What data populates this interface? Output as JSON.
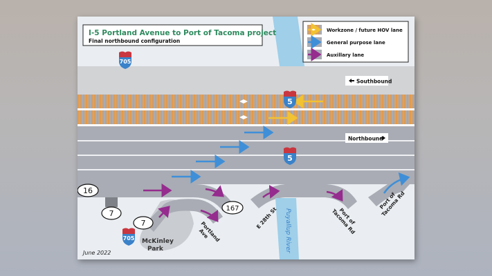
{
  "title": {
    "main": "I-5 Portland Avenue to Port of Tacoma project",
    "subtitle": "Final northbound configuration"
  },
  "legend": [
    {
      "label": "Workzone / future HOV lane",
      "color": "#f2c232"
    },
    {
      "label": "General purpose lane",
      "color": "#3f8fd8"
    },
    {
      "label": "Auxillary lane",
      "color": "#952c8e"
    }
  ],
  "direction_labels": {
    "southbound": "Southbound",
    "northbound": "Northbound"
  },
  "shields": {
    "i5": "5",
    "i705": "705",
    "sr16": "16",
    "sr7_a": "7",
    "sr7_b": "7",
    "sr167": "167"
  },
  "places": {
    "mckinley_park_line1": "McKinley",
    "mckinley_park_line2": "Park",
    "portland_ave_line1": "Portland",
    "portland_ave_line2": "Ave",
    "e28th": "E 28th St",
    "port_tacoma_1_line1": "Port of",
    "port_tacoma_1_line2": "Tacoma Rd",
    "port_tacoma_2_line1": "Port of",
    "port_tacoma_2_line2": "Tacoma Rd",
    "river": "Puyallup River"
  },
  "date": "June 2022",
  "colors": {
    "title_green": "#2e8a5e",
    "road_gray": "#a9acb4",
    "shoulder_gray": "#d2d3d5",
    "hov_orange": "#e39a4a",
    "river_blue": "#9fcfe9",
    "shield_blue": "#3a82c9",
    "shield_red": "#c9363f"
  }
}
